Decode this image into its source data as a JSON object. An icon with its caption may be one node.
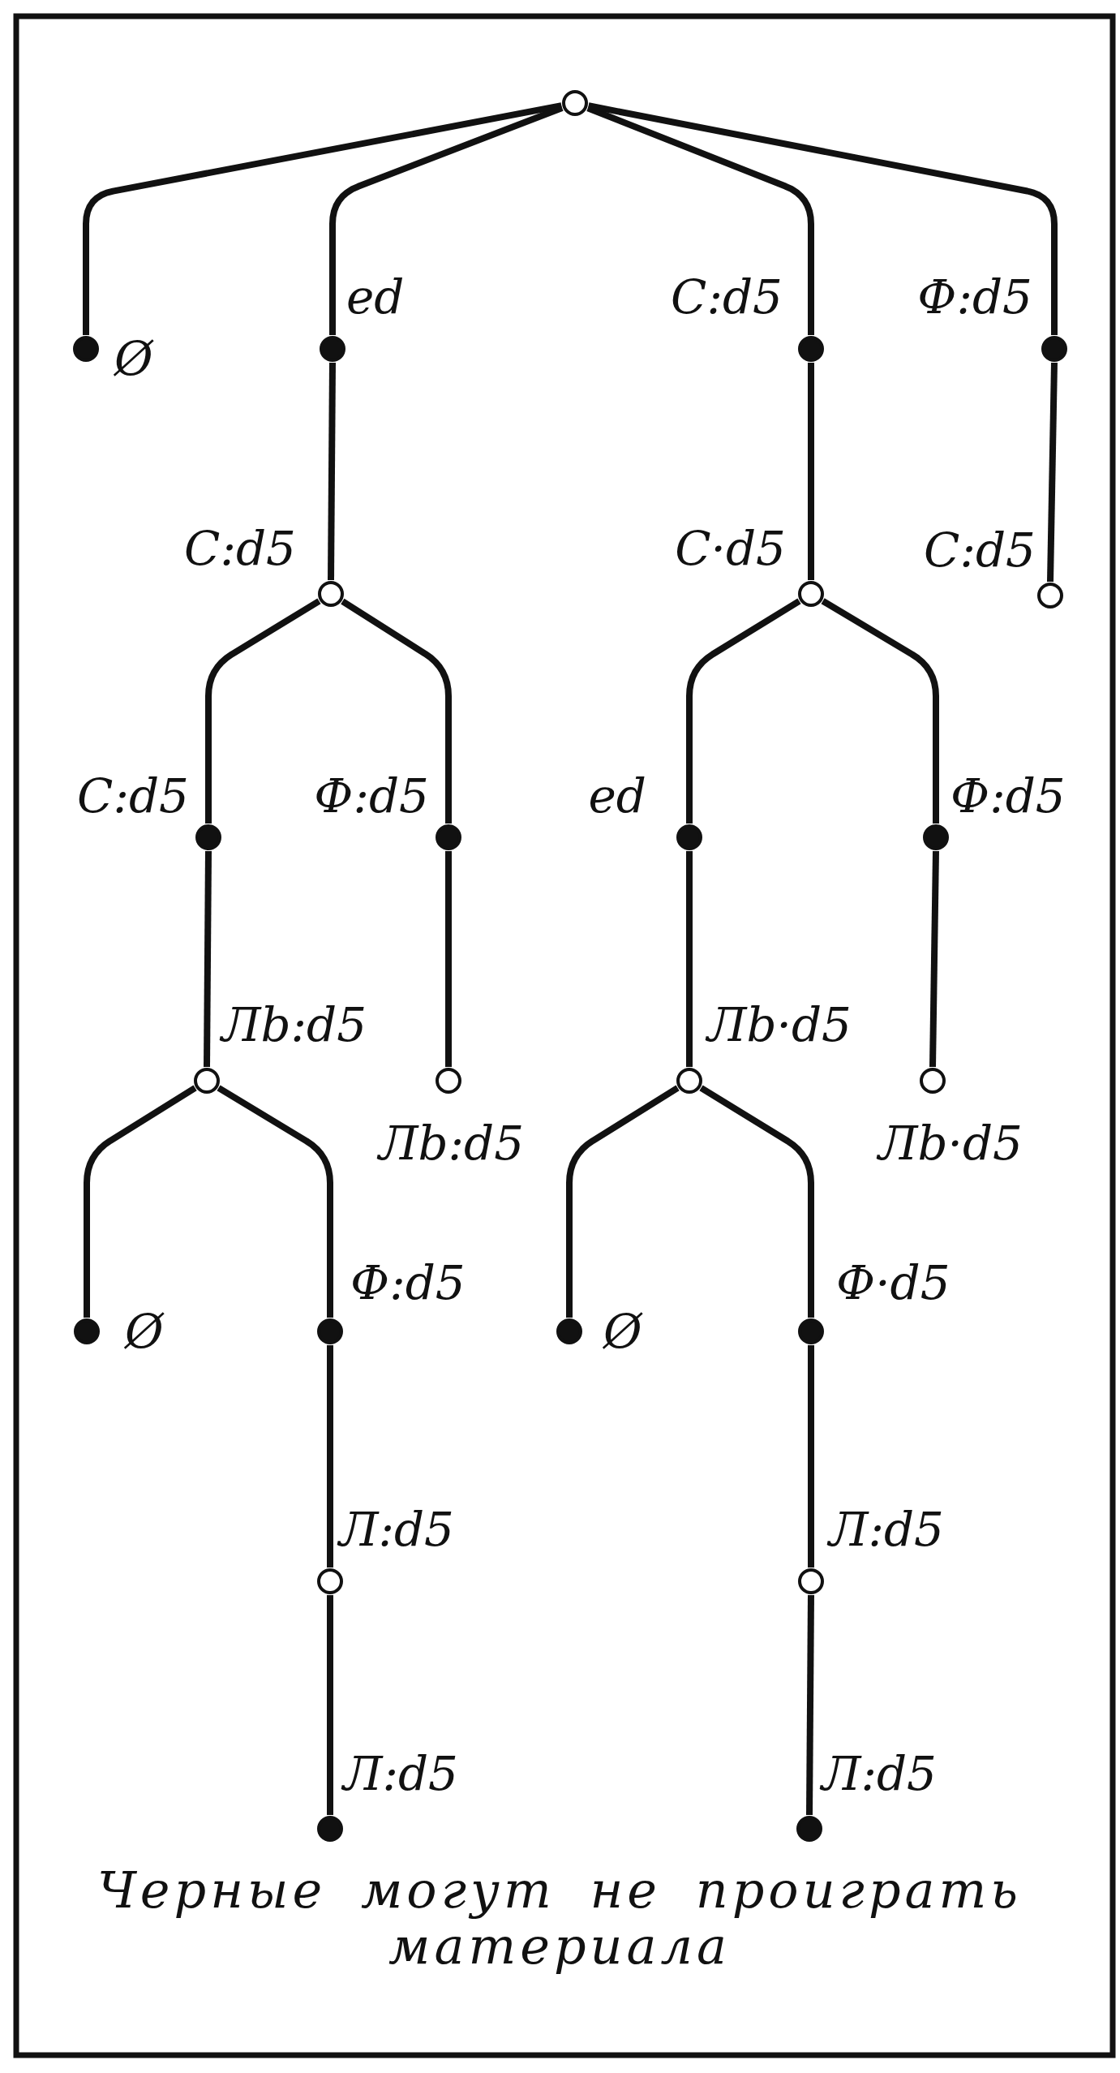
{
  "diagram": {
    "caption": "Черные могут не проиграть материала",
    "nodes": [
      {
        "text": [],
        "shape": "circle"
      },
      {
        "text": [],
        "shape": "dot",
        "beside": [
          "Ø"
        ]
      },
      {
        "text": [],
        "shape": "dot",
        "beside": [
          "ed"
        ]
      },
      {
        "text": [],
        "shape": "dot",
        "beside": [
          "С:d5"
        ]
      },
      {
        "text": [],
        "shape": "dot",
        "beside": [
          "Ф:d5"
        ]
      },
      {
        "text": [],
        "shape": "circle",
        "beside": [
          "С:d5"
        ]
      },
      {
        "text": [],
        "shape": "circle",
        "beside": [
          "С·d5"
        ]
      },
      {
        "text": [],
        "shape": "circle",
        "beside": [
          "С:d5"
        ]
      },
      {
        "text": [],
        "shape": "dot",
        "beside": [
          "С:d5"
        ]
      },
      {
        "text": [],
        "shape": "dot",
        "beside": [
          "Ф:d5"
        ]
      },
      {
        "text": [],
        "shape": "dot",
        "beside": [
          "ed"
        ]
      },
      {
        "text": [],
        "shape": "dot",
        "beside": [
          "Ф:d5"
        ]
      },
      {
        "text": [],
        "shape": "circle",
        "beside": [
          "Лb:d5"
        ]
      },
      {
        "text": [],
        "shape": "circle",
        "beside": [
          "Лb:d5"
        ]
      },
      {
        "text": [],
        "shape": "circle",
        "beside": [
          "Лb·d5"
        ]
      },
      {
        "text": [],
        "shape": "circle",
        "beside": [
          "Лb·d5"
        ]
      },
      {
        "text": [],
        "shape": "dot",
        "beside": [
          "Ø"
        ]
      },
      {
        "text": [],
        "shape": "dot",
        "beside": [
          "Ф:d5"
        ]
      },
      {
        "text": [],
        "shape": "dot",
        "beside": [
          "Ø"
        ]
      },
      {
        "text": [],
        "shape": "dot",
        "beside": [
          "Ф·d5"
        ]
      },
      {
        "text": [],
        "shape": "circle",
        "beside": [
          "Л:d5"
        ]
      },
      {
        "text": [],
        "shape": "circle",
        "beside": [
          "Л:d5"
        ]
      },
      {
        "text": [],
        "shape": "dot",
        "beside": [
          "Л:d5"
        ]
      },
      {
        "text": [],
        "shape": "dot",
        "beside": [
          "Л:d5"
        ]
      }
    ],
    "edges": [
      {
        "from": 0,
        "to": 1,
        "arrow": "none"
      },
      {
        "from": 0,
        "to": 2,
        "arrow": "none"
      },
      {
        "from": 0,
        "to": 3,
        "arrow": "none"
      },
      {
        "from": 0,
        "to": 4,
        "arrow": "none"
      },
      {
        "from": 2,
        "to": 5,
        "arrow": "none"
      },
      {
        "from": 3,
        "to": 6,
        "arrow": "none"
      },
      {
        "from": 4,
        "to": 7,
        "arrow": "none"
      },
      {
        "from": 5,
        "to": 8,
        "arrow": "none"
      },
      {
        "from": 5,
        "to": 9,
        "arrow": "none"
      },
      {
        "from": 6,
        "to": 10,
        "arrow": "none"
      },
      {
        "from": 6,
        "to": 11,
        "arrow": "none"
      },
      {
        "from": 8,
        "to": 12,
        "arrow": "none"
      },
      {
        "from": 9,
        "to": 13,
        "arrow": "none"
      },
      {
        "from": 10,
        "to": 14,
        "arrow": "none"
      },
      {
        "from": 11,
        "to": 15,
        "arrow": "none"
      },
      {
        "from": 12,
        "to": 16,
        "arrow": "none"
      },
      {
        "from": 12,
        "to": 17,
        "arrow": "none"
      },
      {
        "from": 14,
        "to": 18,
        "arrow": "none"
      },
      {
        "from": 14,
        "to": 19,
        "arrow": "none"
      },
      {
        "from": 17,
        "to": 20,
        "arrow": "none"
      },
      {
        "from": 19,
        "to": 21,
        "arrow": "none"
      },
      {
        "from": 20,
        "to": 22,
        "arrow": "none"
      },
      {
        "from": 21,
        "to": 23,
        "arrow": "none"
      }
    ]
  }
}
